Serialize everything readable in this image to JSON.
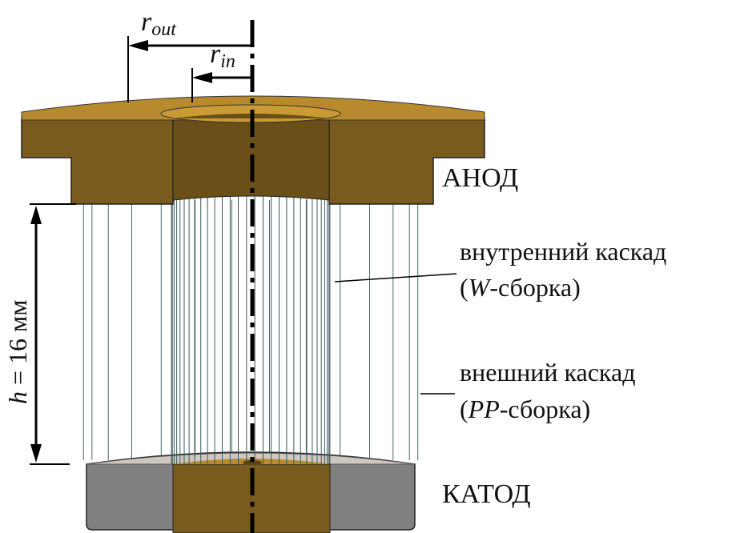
{
  "labels": {
    "r_out_base": "r",
    "r_out_sub": "out",
    "r_in_base": "r",
    "r_in_sub": "in",
    "height_var": "h",
    "height_value": " = 16 мм",
    "anode": "АНОД",
    "inner_cascade": "внутренний каскад",
    "inner_assembly_open": "(",
    "inner_assembly_italic": "W",
    "inner_assembly_rest": "-сборка)",
    "outer_cascade": "внешний каскад",
    "outer_assembly_open": "(",
    "outer_assembly_italic": "PP",
    "outer_assembly_rest": "-сборка)",
    "cathode": "КАТОД"
  },
  "colors": {
    "anode": "#7a5b1e",
    "anode_top": "#b88a2e",
    "cathode": "#808080",
    "cathode_top": "#cfc8c0",
    "wire": "#4a6a6a"
  }
}
